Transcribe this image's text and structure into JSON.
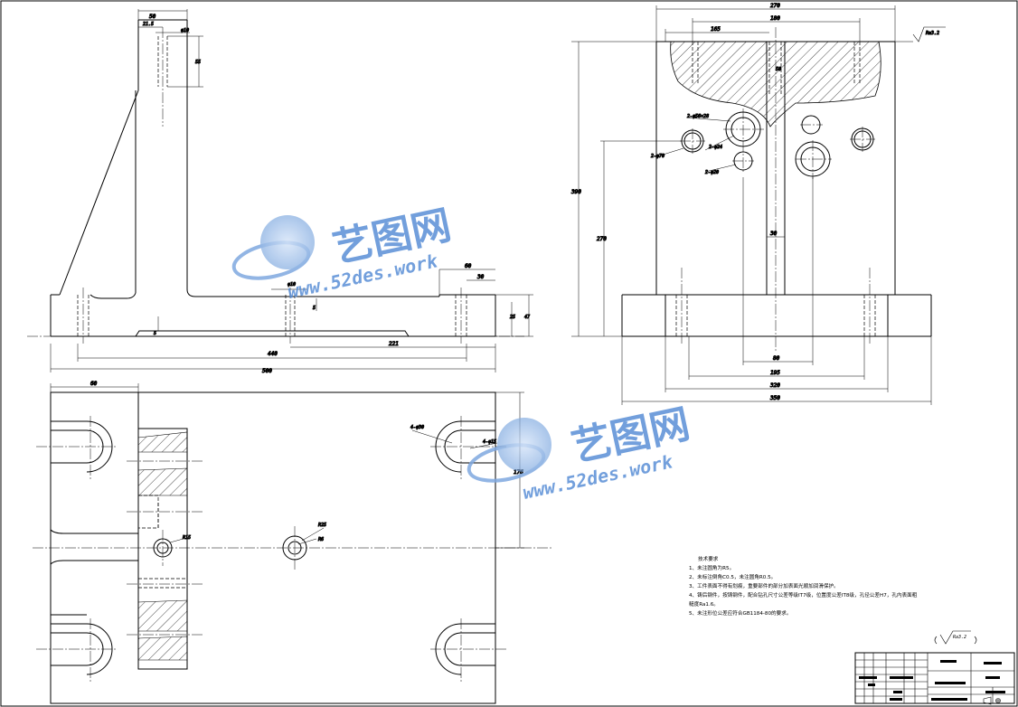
{
  "watermark": {
    "brand": "艺图网",
    "url": "www.52des.work",
    "color": "#5a8fd6"
  },
  "dimensions": {
    "side_view": {
      "d215": "21.5",
      "d10": "φ10",
      "d55": "55",
      "d50": "50",
      "d60": "60",
      "d30": "30",
      "d10b": "φ10",
      "d5": "5",
      "d5b": "5",
      "d25": "25",
      "d47": "47",
      "d221": "221",
      "d440": "440",
      "d500": "500"
    },
    "front_view": {
      "d270": "270",
      "d180": "180",
      "d165": "165",
      "d50": "50",
      "ra": "Ra3.2",
      "bore1": "2-φ56×28",
      "bore2": "2-φ24",
      "bore3": "2-φ20",
      "bore4": "2-φ70",
      "d390": "390",
      "d270b": "270",
      "d30": "30",
      "d80": "80",
      "d195": "195",
      "d320": "320",
      "d350": "350"
    },
    "top_view": {
      "d60": "60",
      "d176": "176",
      "h30": "4-φ30",
      "h15": "4-φ15",
      "r15": "R15",
      "r25": "R25",
      "r6": "R6"
    }
  },
  "notes": {
    "title": "技术要求",
    "items": [
      "1、未注圆角为R5。",
      "2、未标注倒角C0.5，未注圆角R0.5。",
      "3、工件表面不得有划痕，重要部件的部分加表面光顺加润滑保护。",
      "4、铸后钢件，按铸钢件，配合钻孔尺寸公差等级IT7级，位置度公差IT8级，孔径公差H7，孔内表面粗",
      "糙度Ra1.6。",
      "5、未注形位公差应符合GB1184-80的要求。"
    ]
  },
  "roughness_symbol": {
    "value": "Ra3.2"
  }
}
